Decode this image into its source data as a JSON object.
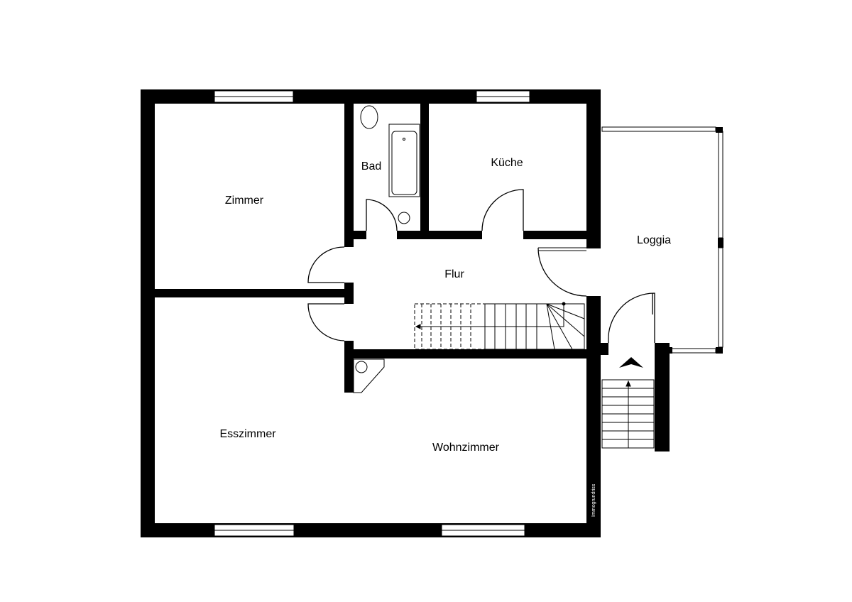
{
  "plan": {
    "rooms": {
      "zimmer": "Zimmer",
      "bad": "Bad",
      "kueche": "Küche",
      "loggia": "Loggia",
      "flur": "Flur",
      "esszimmer": "Esszimmer",
      "wohnzimmer": "Wohnzimmer"
    },
    "watermark": "Immogrundriss",
    "colors": {
      "wall": "#000000",
      "background": "#ffffff"
    }
  }
}
